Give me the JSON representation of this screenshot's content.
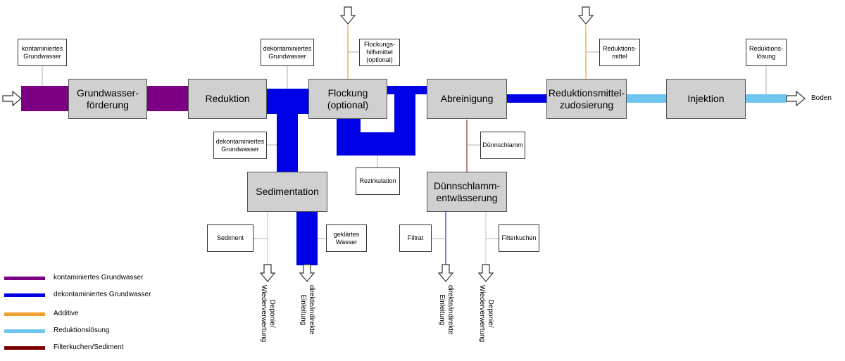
{
  "colors": {
    "kontaminiert": "#7b0082",
    "dekontaminiert": "#0000e6",
    "additive": "#f0a030",
    "reduktionsloesung": "#6ec6f0",
    "filterkuchen": "#7a0000",
    "box": "#d0d0d0"
  },
  "process": {
    "grundwasserfoerderung": "Grundwasser-\nförderung",
    "reduktion": "Reduktion",
    "flockung": "Flockung\n(optional)",
    "abreinigung": "Abreinigung",
    "reduktionsmittelzudosierung": "Reduktionsmittel-\nzudosierung",
    "injektion": "Injektion",
    "sedimentation": "Sedimentation",
    "duennschlammentwaesserung": "Dünnschlamm-\nentwässerung"
  },
  "labels": {
    "kontaminiertes_grundwasser": "kontaminiertes\nGrundwasser",
    "dekontaminiertes_grundwasser_top": "dekontaminiertes\nGrundwasser",
    "flockungshilfsmittel": "Flockungs-\nhilfsmittel\n(optional)",
    "reduktionsmittel": "Reduktions-\nmittel",
    "reduktionsloesung": "Reduktions-\nlösung",
    "dekontaminiertes_grundwasser_side": "dekontaminiertes\nGrundwasser",
    "rezirkulation": "Rezirkulation",
    "duennschlamm": "Dünnschlamm",
    "sediment": "Sediment",
    "geklaertes_wasser": "geklärtes\nWasser",
    "filtrat": "Filtrat",
    "filterkuchen": "Filterkuchen"
  },
  "outputs": {
    "boden": "Boden",
    "deponie_1": "Deponie/\nWiederverwertung",
    "einleitung_1": "direkte/indirekte\nEinleitung",
    "einleitung_2": "direkte/indirekte\nEinleitung",
    "deponie_2": "Deponie/\nWiederverwertung"
  },
  "legend": [
    {
      "label": "kontaminiertes Grundwasser",
      "color": "#7b0082"
    },
    {
      "label": "dekontaminiertes Grundwasser",
      "color": "#0000e6"
    },
    {
      "label": "Additive",
      "color": "#f0a030"
    },
    {
      "label": "Reduktionslösung",
      "color": "#6ec6f0"
    },
    {
      "label": "Filterkuchen/Sediment",
      "color": "#7a0000"
    }
  ]
}
